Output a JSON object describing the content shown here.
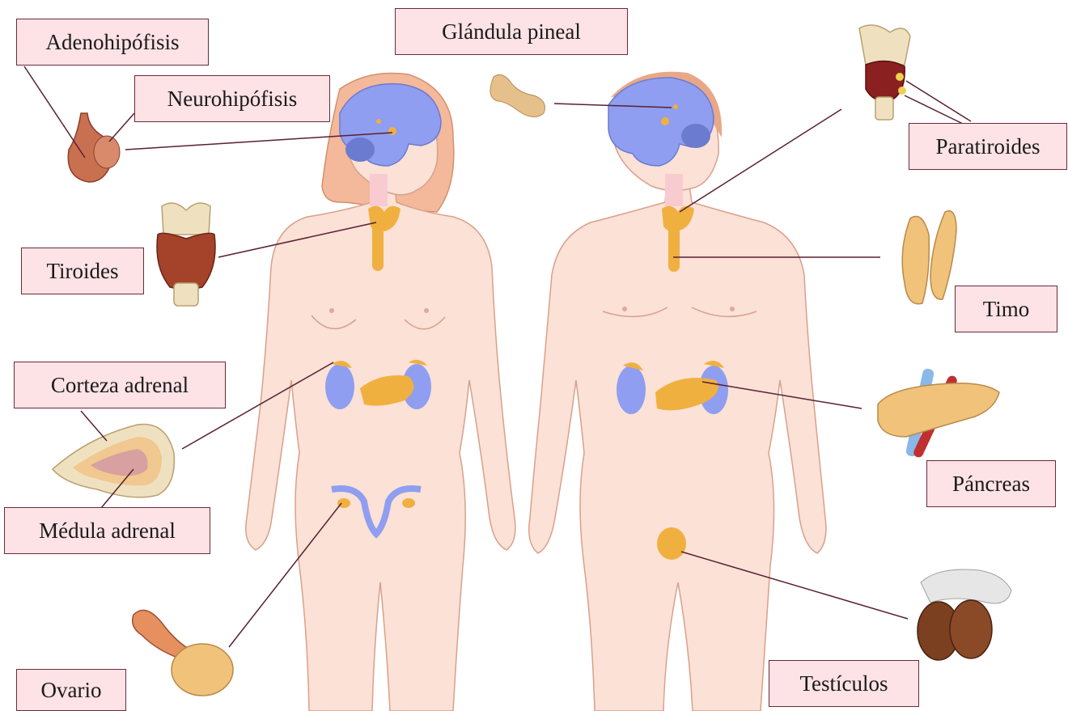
{
  "labels": {
    "adenohipofisis": "Adenohipófisis",
    "neurohipofisis": "Neurohipófisis",
    "glandula_pineal": "Glándula pineal",
    "paratiroides": "Paratiroides",
    "tiroides": "Tiroides",
    "timo": "Timo",
    "corteza_adrenal": "Corteza adrenal",
    "medula_adrenal": "Médula adrenal",
    "pancreas": "Páncreas",
    "ovario": "Ovario",
    "testiculos": "Testículos"
  },
  "colors": {
    "label_fill": "#fde2e6",
    "label_border": "#6b2a3a",
    "leader_line": "#5a1f33",
    "skin": "#fbe1d6",
    "skin_outline": "#d9a08c",
    "brain": "#8f9ef0",
    "gland": "#f0b040",
    "kidney": "#8f9ef0"
  }
}
